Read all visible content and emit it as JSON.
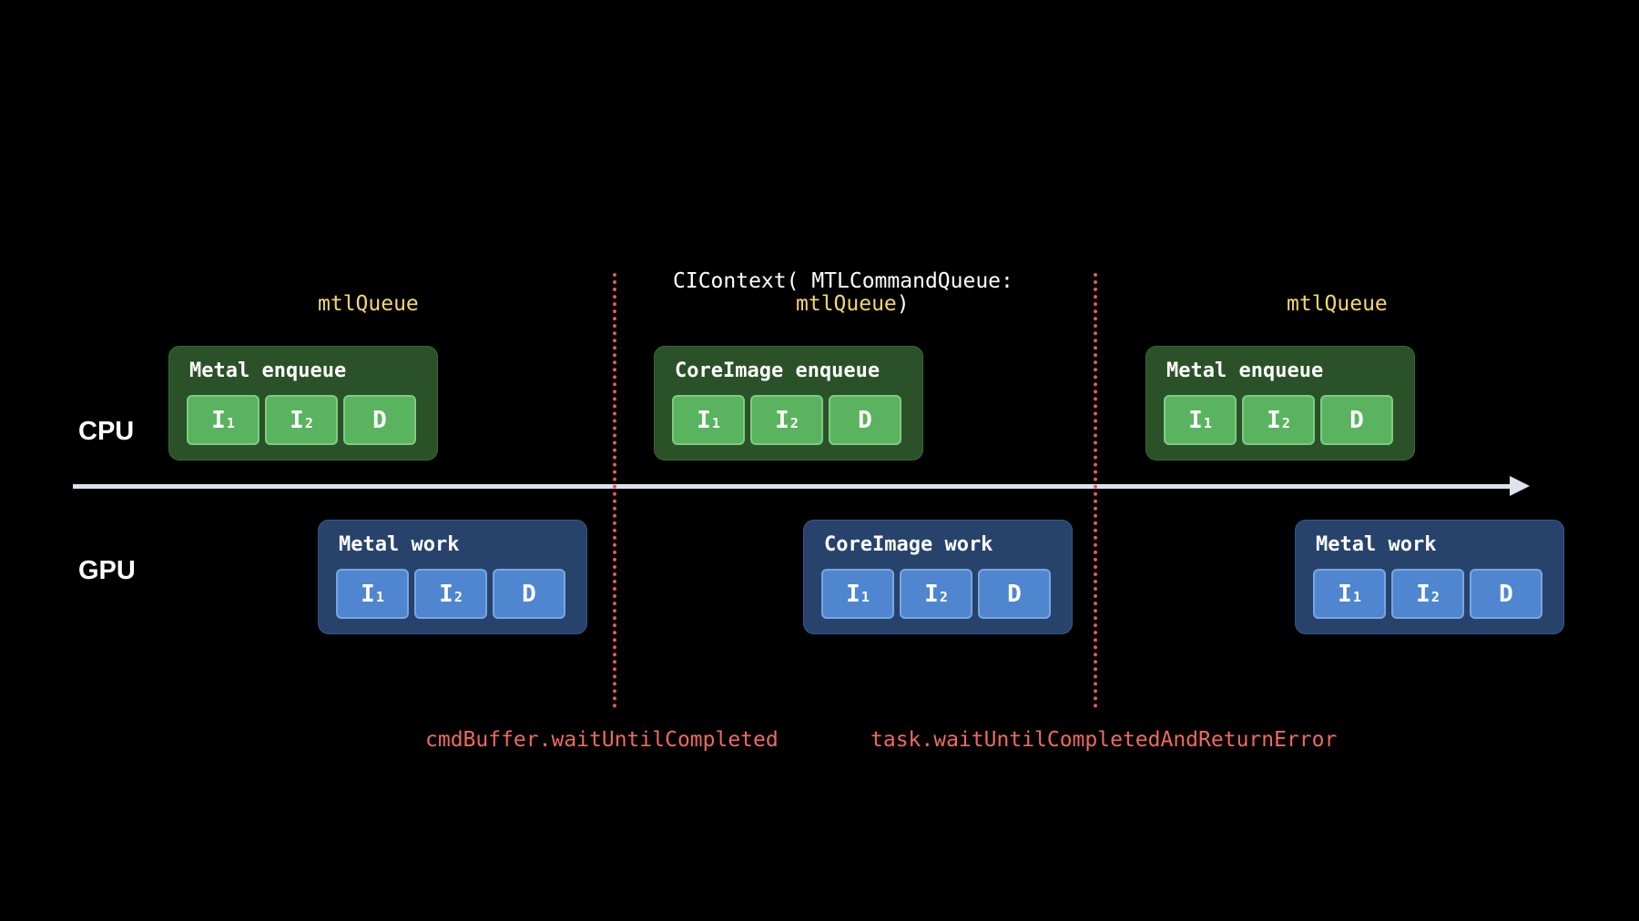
{
  "lanes": {
    "cpu": "CPU",
    "gpu": "GPU"
  },
  "headers": {
    "left_queue": "mtlQueue",
    "middle_line1": "CIContext( MTLCommandQueue:",
    "middle_queue": "mtlQueue",
    "middle_close": ")",
    "right_queue": "mtlQueue"
  },
  "cpu_groups": [
    {
      "title": "Metal enqueue",
      "items": [
        "I",
        "I",
        "D"
      ],
      "subs": [
        "1",
        "2",
        ""
      ]
    },
    {
      "title": "CoreImage enqueue",
      "items": [
        "I",
        "I",
        "D"
      ],
      "subs": [
        "1",
        "2",
        ""
      ]
    },
    {
      "title": "Metal enqueue",
      "items": [
        "I",
        "I",
        "D"
      ],
      "subs": [
        "1",
        "2",
        ""
      ]
    }
  ],
  "gpu_groups": [
    {
      "title": "Metal work",
      "items": [
        "I",
        "I",
        "D"
      ],
      "subs": [
        "1",
        "2",
        ""
      ]
    },
    {
      "title": "CoreImage work",
      "items": [
        "I",
        "I",
        "D"
      ],
      "subs": [
        "1",
        "2",
        ""
      ]
    },
    {
      "title": "Metal work",
      "items": [
        "I",
        "I",
        "D"
      ],
      "subs": [
        "1",
        "2",
        ""
      ]
    }
  ],
  "sync_points": {
    "first": "cmdBuffer.waitUntilCompleted",
    "second": "task.waitUntilCompletedAndReturnError"
  },
  "colors": {
    "cpu_group": "#2a5128",
    "cpu_slot": "#5ab35e",
    "gpu_group": "#27436c",
    "gpu_slot": "#4f86cf",
    "queue_text": "#f5d76e",
    "sync_text": "#ee6a5f",
    "timeline": "#dde2ee"
  }
}
